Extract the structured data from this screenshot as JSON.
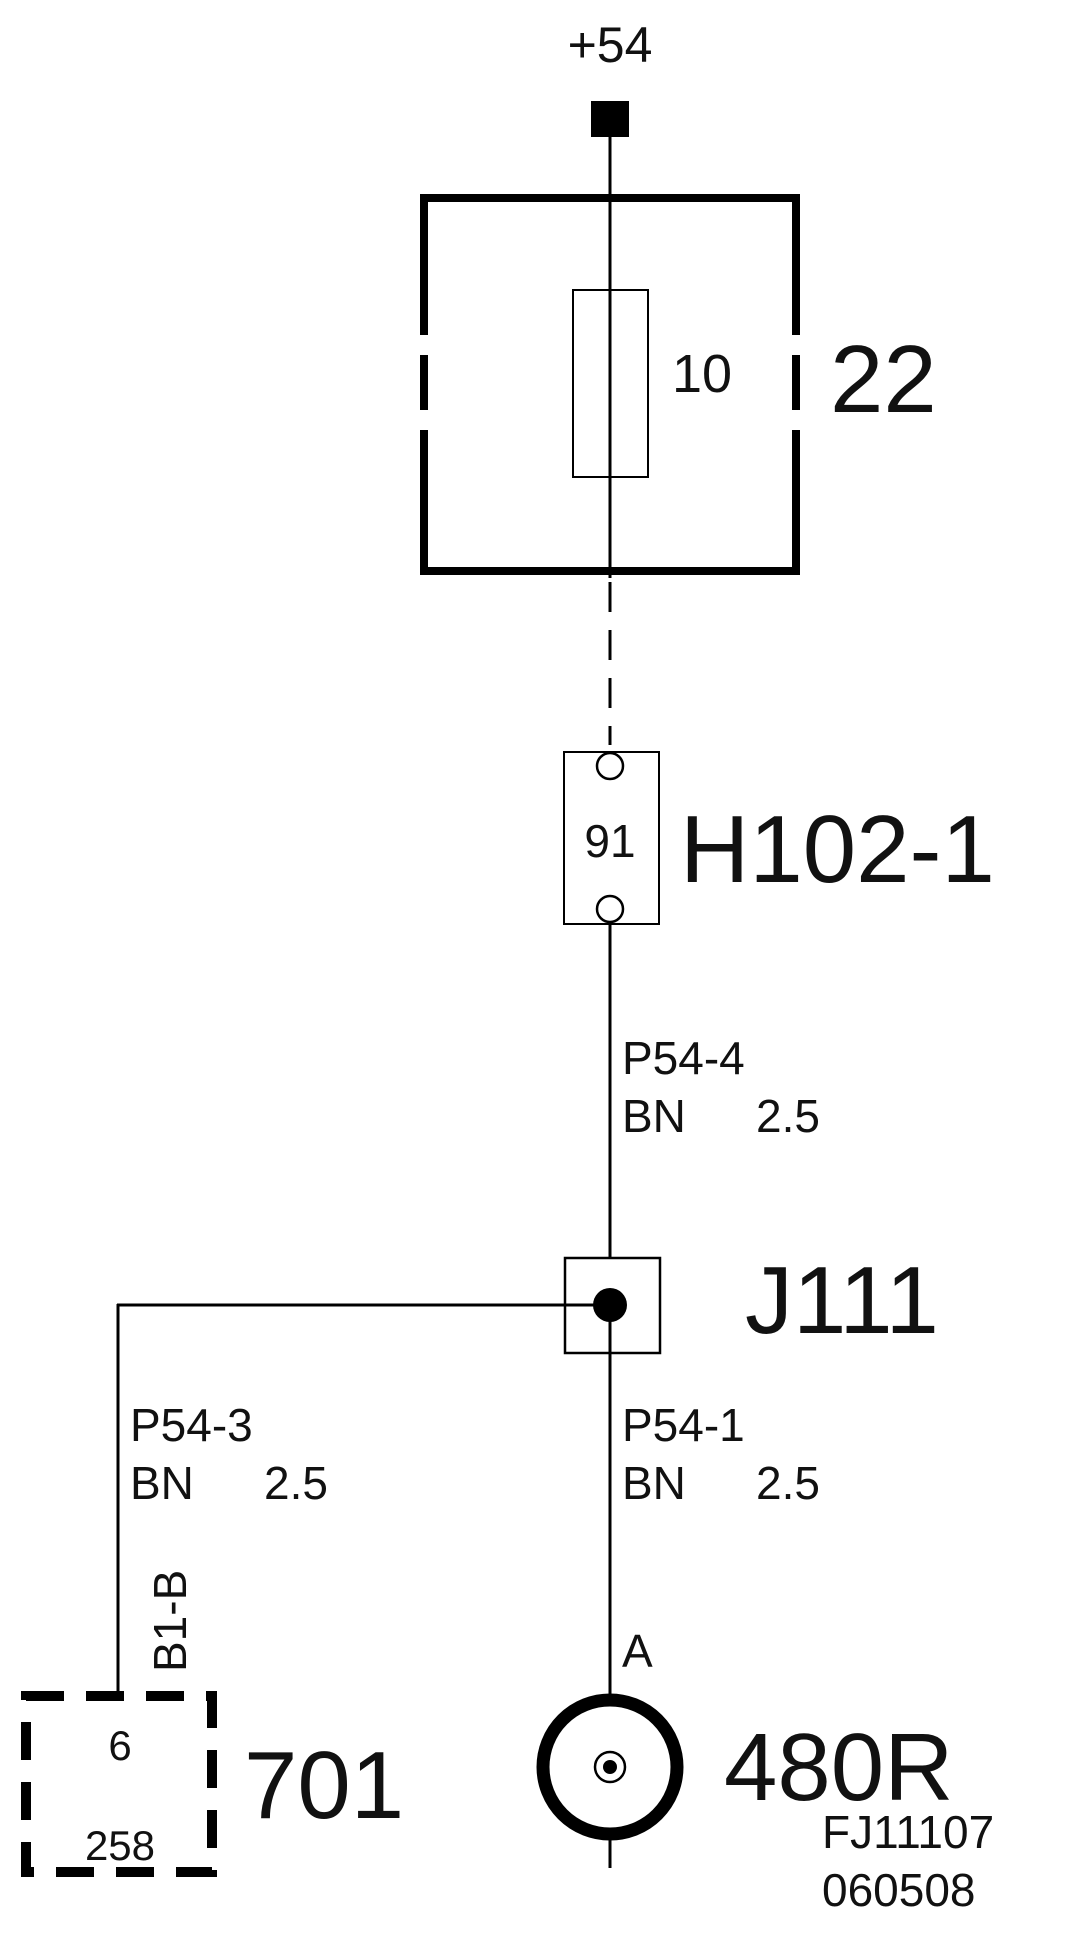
{
  "supply": {
    "label": "+54"
  },
  "fuse_box": {
    "id": "22",
    "fuse_rating": "10"
  },
  "connector_h102": {
    "id": "H102-1",
    "pin": "91"
  },
  "wire_upper": {
    "name": "P54-4",
    "color": "BN",
    "size": "2.5"
  },
  "splice": {
    "id": "J111"
  },
  "wire_left": {
    "name": "P54-3",
    "color": "BN",
    "size": "2.5"
  },
  "wire_right": {
    "name": "P54-1",
    "color": "BN",
    "size": "2.5"
  },
  "left_pin_label": "B1-B",
  "module_701": {
    "id": "701",
    "pin": "6",
    "sub": "258"
  },
  "ground": {
    "id": "480R",
    "terminal": "A"
  },
  "drawing_codes": {
    "code": "FJ11107",
    "date": "060508"
  }
}
